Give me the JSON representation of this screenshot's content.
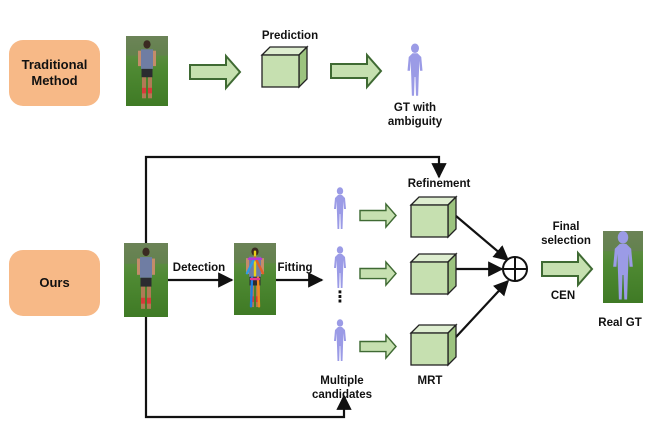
{
  "labels": {
    "traditional_method": "Traditional\nMethod",
    "ours": "Ours",
    "prediction": "Prediction",
    "gt_with_ambiguity": "GT with\nambiguity",
    "refinement": "Refinement",
    "detection": "Detection",
    "fitting": "Fitting",
    "final_selection": "Final\nselection",
    "cen": "CEN",
    "real_gt": "Real GT",
    "multiple_candidates": "Multiple\ncandidates",
    "mrt": "MRT",
    "ellipsis": "⋮"
  },
  "colors": {
    "pill": "#f7b987",
    "block_arrow_fill": "#c6e0b0",
    "block_arrow_stroke": "#3f6a33",
    "cube_front": "#c6e0b0",
    "cube_top": "#deeed0",
    "cube_side": "#9cc37f",
    "body_shape": "#9b9be6",
    "line": "#111111"
  }
}
